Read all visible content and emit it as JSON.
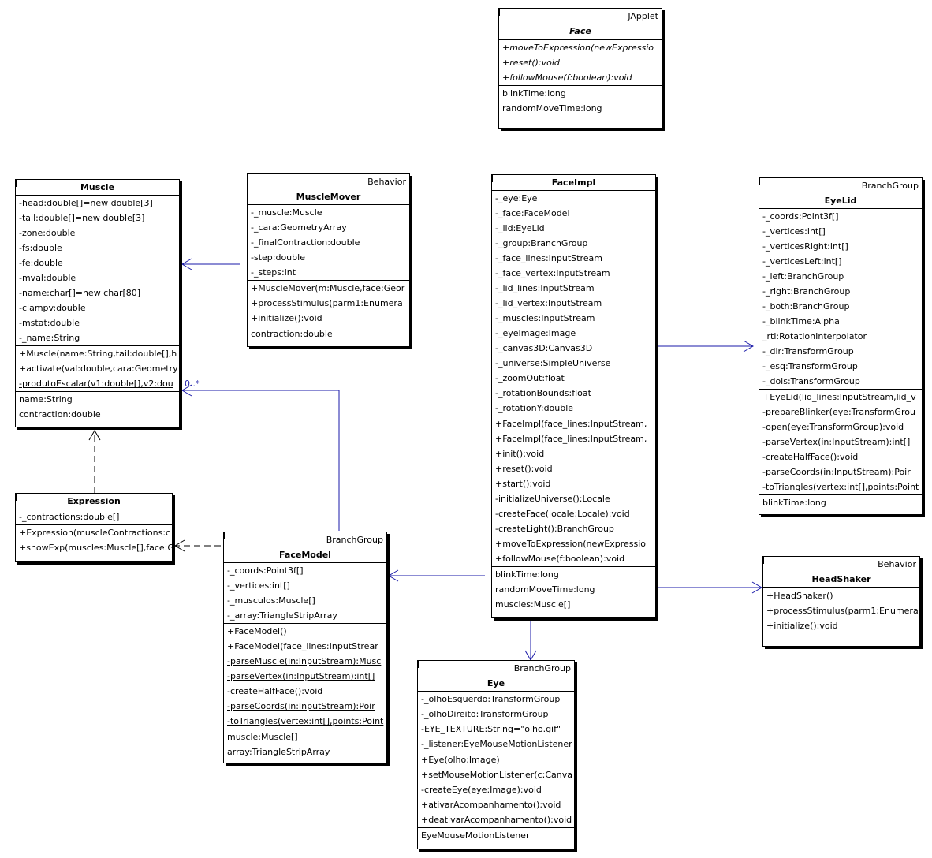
{
  "classes": [
    {
      "id": "face",
      "stereotype": "JApplet",
      "name": "Face",
      "italic": true,
      "sections": [
        [],
        [
          {
            "t": "+moveToExpression(newExpressio",
            "i": true
          },
          {
            "t": "+reset():void",
            "i": true
          },
          {
            "t": "+followMouse(f:boolean):void",
            "i": true
          }
        ],
        [
          {
            "t": "blinkTime:long"
          },
          {
            "t": "randomMoveTime:long"
          }
        ]
      ]
    },
    {
      "id": "muscle",
      "stereotype": "",
      "name": "Muscle",
      "sections": [
        [
          {
            "t": "-head:double[]=new double[3]"
          },
          {
            "t": "-tail:double[]=new double[3]"
          },
          {
            "t": "-zone:double"
          },
          {
            "t": "-fs:double"
          },
          {
            "t": "-fe:double"
          },
          {
            "t": "-mval:double"
          },
          {
            "t": "-name:char[]=new char[80]"
          },
          {
            "t": "-clampv:double"
          },
          {
            "t": "-mstat:double"
          },
          {
            "t": "-_name:String"
          }
        ],
        [
          {
            "t": "+Muscle(name:String,tail:double[],h"
          },
          {
            "t": "+activate(val:double,cara:Geometry"
          },
          {
            "t": "-produtoEscalar(v1:double[],v2:dou",
            "u": true
          }
        ],
        [
          {
            "t": "name:String"
          },
          {
            "t": "contraction:double"
          }
        ]
      ]
    },
    {
      "id": "musclemover",
      "stereotype": "Behavior",
      "name": "MuscleMover",
      "sections": [
        [
          {
            "t": "-_muscle:Muscle"
          },
          {
            "t": "-_cara:GeometryArray"
          },
          {
            "t": "-_finalContraction:double"
          },
          {
            "t": "-step:double"
          },
          {
            "t": "-_steps:int"
          }
        ],
        [
          {
            "t": "+MuscleMover(m:Muscle,face:Geor"
          },
          {
            "t": "+processStimulus(parm1:Enumera"
          },
          {
            "t": "+initialize():void"
          }
        ],
        [
          {
            "t": "contraction:double"
          }
        ]
      ]
    },
    {
      "id": "faceimpl",
      "stereotype": "",
      "name": "FaceImpl",
      "sections": [
        [
          {
            "t": "-_eye:Eye"
          },
          {
            "t": "-_face:FaceModel"
          },
          {
            "t": "-_lid:EyeLid"
          },
          {
            "t": "-_group:BranchGroup"
          },
          {
            "t": "-_face_lines:InputStream"
          },
          {
            "t": "-_face_vertex:InputStream"
          },
          {
            "t": "-_lid_lines:InputStream"
          },
          {
            "t": "-_lid_vertex:InputStream"
          },
          {
            "t": "-_muscles:InputStream"
          },
          {
            "t": "-_eyeImage:Image"
          },
          {
            "t": "-_canvas3D:Canvas3D"
          },
          {
            "t": "-_universe:SimpleUniverse"
          },
          {
            "t": "-_zoomOut:float"
          },
          {
            "t": "-_rotationBounds:float"
          },
          {
            "t": "-_rotationY:double"
          }
        ],
        [
          {
            "t": "+FaceImpl(face_lines:InputStream,"
          },
          {
            "t": "+FaceImpl(face_lines:InputStream,"
          },
          {
            "t": "+init():void"
          },
          {
            "t": "+reset():void"
          },
          {
            "t": "+start():void"
          },
          {
            "t": "-initializeUniverse():Locale"
          },
          {
            "t": "-createFace(locale:Locale):void"
          },
          {
            "t": "-createLight():BranchGroup"
          },
          {
            "t": "+moveToExpression(newExpressio"
          },
          {
            "t": "+followMouse(f:boolean):void"
          }
        ],
        [
          {
            "t": "blinkTime:long"
          },
          {
            "t": "randomMoveTime:long"
          },
          {
            "t": "muscles:Muscle[]"
          }
        ]
      ]
    },
    {
      "id": "eyelid",
      "stereotype": "BranchGroup",
      "name": "EyeLid",
      "sections": [
        [
          {
            "t": "-_coords:Point3f[]"
          },
          {
            "t": "-_vertices:int[]"
          },
          {
            "t": "-_verticesRight:int[]"
          },
          {
            "t": "-_verticesLeft:int[]"
          },
          {
            "t": "-_left:BranchGroup"
          },
          {
            "t": "-_right:BranchGroup"
          },
          {
            "t": "-_both:BranchGroup"
          },
          {
            "t": "-_blinkTime:Alpha"
          },
          {
            "t": "_rti:RotationInterpolator"
          },
          {
            "t": "-_dir:TransformGroup"
          },
          {
            "t": "-_esq:TransformGroup"
          },
          {
            "t": "-_dois:TransformGroup"
          }
        ],
        [
          {
            "t": "+EyeLid(lid_lines:InputStream,lid_v"
          },
          {
            "t": "-prepareBlinker(eye:TransformGrou"
          },
          {
            "t": "-open(eye:TransformGroup):void",
            "u": true
          },
          {
            "t": "-parseVertex(in:InputStream):int[]",
            "u": true
          },
          {
            "t": "-createHalfFace():void"
          },
          {
            "t": "-parseCoords(in:InputStream):Poir",
            "u": true
          },
          {
            "t": "-toTriangles(vertex:int[],points:Point",
            "u": true
          }
        ],
        [
          {
            "t": "blinkTime:long"
          }
        ]
      ]
    },
    {
      "id": "expression",
      "stereotype": "",
      "name": "Expression",
      "sections": [
        [
          {
            "t": "-_contractions:double[]"
          }
        ],
        [
          {
            "t": "+Expression(muscleContractions:c"
          },
          {
            "t": "+showExp(muscles:Muscle[],face:G"
          }
        ]
      ]
    },
    {
      "id": "facemodel",
      "stereotype": "BranchGroup",
      "name": "FaceModel",
      "sections": [
        [
          {
            "t": "-_coords:Point3f[]"
          },
          {
            "t": "-_vertices:int[]"
          },
          {
            "t": "-_musculos:Muscle[]"
          },
          {
            "t": "-_array:TriangleStripArray"
          }
        ],
        [
          {
            "t": "+FaceModel()"
          },
          {
            "t": "+FaceModel(face_lines:InputStrear"
          },
          {
            "t": "-parseMuscle(in:InputStream):Musc",
            "u": true
          },
          {
            "t": "-parseVertex(in:InputStream):int[]",
            "u": true
          },
          {
            "t": "-createHalfFace():void"
          },
          {
            "t": "-parseCoords(in:InputStream):Poir",
            "u": true
          },
          {
            "t": "-toTriangles(vertex:int[],points:Point",
            "u": true
          }
        ],
        [
          {
            "t": "muscle:Muscle[]"
          },
          {
            "t": "array:TriangleStripArray"
          }
        ]
      ]
    },
    {
      "id": "headshaker",
      "stereotype": "Behavior",
      "name": "HeadShaker",
      "sections": [
        [],
        [
          {
            "t": "+HeadShaker()"
          },
          {
            "t": "+processStimulus(parm1:Enumera"
          },
          {
            "t": "+initialize():void"
          }
        ]
      ]
    },
    {
      "id": "eye",
      "stereotype": "BranchGroup",
      "name": "Eye",
      "sections": [
        [
          {
            "t": "-_olhoEsquerdo:TransformGroup"
          },
          {
            "t": "-_olhoDireito:TransformGroup"
          },
          {
            "t": "-EYE_TEXTURE:String=\"olho.gif\"",
            "u": true
          },
          {
            "t": "-_listener:EyeMouseMotionListener"
          }
        ],
        [
          {
            "t": "+Eye(olho:Image)"
          },
          {
            "t": "+setMouseMotionListener(c:Canva"
          },
          {
            "t": "-createEye(eye:Image):void"
          },
          {
            "t": "+ativarAcompanhamento():void"
          },
          {
            "t": "+deativarAcompanhamento():void"
          }
        ],
        [
          {
            "t": "EyeMouseMotionListener"
          }
        ]
      ]
    }
  ],
  "multiplicity": "0..*",
  "colors": {
    "link": "#1a1aa8",
    "border": "#000000"
  }
}
